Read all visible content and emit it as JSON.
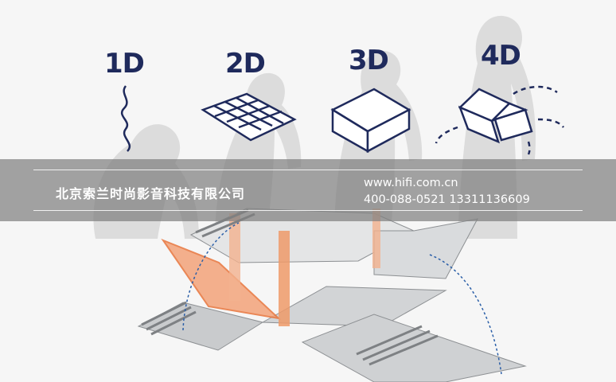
{
  "labels": {
    "one_d": "1D",
    "two_d": "2D",
    "three_d": "3D",
    "four_d": "4D"
  },
  "banner": {
    "company": "北京索兰时尚影音科技有限公司",
    "website": "www.hifi.com.cn",
    "phones": "400-088-0521  13311136609"
  },
  "colors": {
    "ink": "#1f2a5c",
    "silhouette": "#d9d9d9",
    "banner": "#808080",
    "accent_orange": "#e8743b",
    "metal": "#b9bcbf"
  }
}
